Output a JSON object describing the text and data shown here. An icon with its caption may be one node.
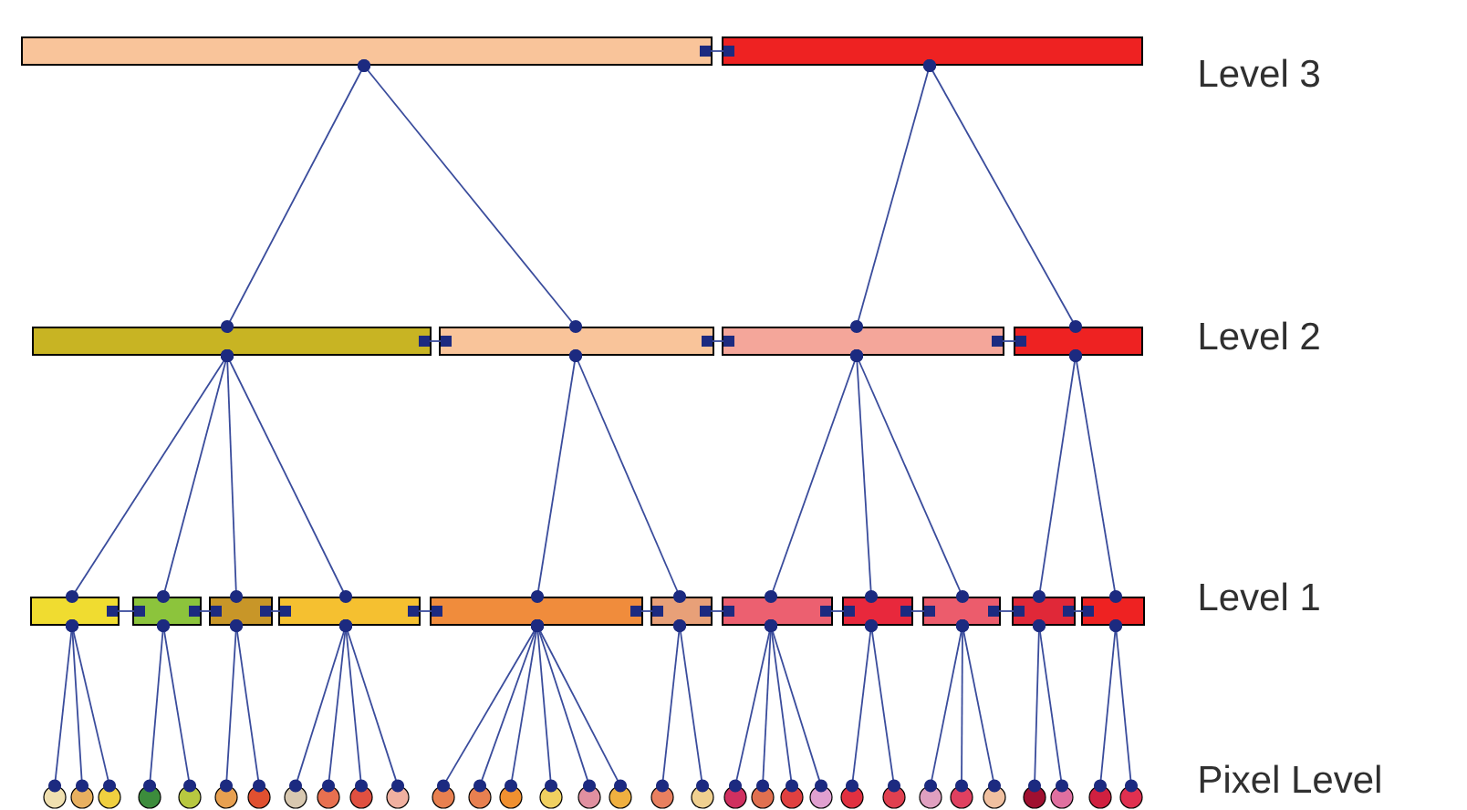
{
  "diagram": {
    "nodes": [
      {
        "text": [],
        "shape": "bar"
      },
      {
        "text": [],
        "shape": "bar"
      },
      {
        "text": [],
        "shape": "bar"
      },
      {
        "text": [],
        "shape": "bar"
      },
      {
        "text": [],
        "shape": "bar"
      },
      {
        "text": [],
        "shape": "bar"
      },
      {
        "text": [],
        "shape": "bar"
      },
      {
        "text": [],
        "shape": "bar"
      },
      {
        "text": [],
        "shape": "bar"
      },
      {
        "text": [],
        "shape": "bar"
      },
      {
        "text": [],
        "shape": "bar"
      },
      {
        "text": [],
        "shape": "bar"
      },
      {
        "text": [],
        "shape": "bar"
      },
      {
        "text": [],
        "shape": "bar"
      },
      {
        "text": [],
        "shape": "bar"
      },
      {
        "text": [],
        "shape": "bar"
      },
      {
        "text": [],
        "shape": "bar"
      },
      {
        "text": [],
        "shape": "circle"
      },
      {
        "text": [],
        "shape": "circle"
      },
      {
        "text": [],
        "shape": "circle"
      },
      {
        "text": [],
        "shape": "circle"
      },
      {
        "text": [],
        "shape": "circle"
      },
      {
        "text": [],
        "shape": "circle"
      },
      {
        "text": [],
        "shape": "circle"
      },
      {
        "text": [],
        "shape": "circle"
      },
      {
        "text": [],
        "shape": "circle"
      },
      {
        "text": [],
        "shape": "circle"
      },
      {
        "text": [],
        "shape": "circle"
      },
      {
        "text": [],
        "shape": "circle"
      },
      {
        "text": [],
        "shape": "circle"
      },
      {
        "text": [],
        "shape": "circle"
      },
      {
        "text": [],
        "shape": "circle"
      },
      {
        "text": [],
        "shape": "circle"
      },
      {
        "text": [],
        "shape": "circle"
      },
      {
        "text": [],
        "shape": "circle"
      },
      {
        "text": [],
        "shape": "circle"
      },
      {
        "text": [],
        "shape": "circle"
      },
      {
        "text": [],
        "shape": "circle"
      },
      {
        "text": [],
        "shape": "circle"
      },
      {
        "text": [],
        "shape": "circle"
      },
      {
        "text": [],
        "shape": "circle"
      },
      {
        "text": [],
        "shape": "circle"
      },
      {
        "text": [],
        "shape": "circle"
      },
      {
        "text": [],
        "shape": "circle"
      },
      {
        "text": [],
        "shape": "circle"
      },
      {
        "text": [],
        "shape": "circle"
      },
      {
        "text": [],
        "shape": "circle"
      },
      {
        "text": [],
        "shape": "circle"
      },
      {
        "text": [],
        "shape": "circle"
      }
    ],
    "edges": [
      {
        "from": 0,
        "to": 2,
        "arrow": "other"
      },
      {
        "from": 0,
        "to": 3,
        "arrow": "other"
      },
      {
        "from": 1,
        "to": 4,
        "arrow": "other"
      },
      {
        "from": 1,
        "to": 5,
        "arrow": "other"
      },
      {
        "from": 2,
        "to": 6,
        "arrow": "other"
      },
      {
        "from": 2,
        "to": 7,
        "arrow": "other"
      },
      {
        "from": 2,
        "to": 8,
        "arrow": "other"
      },
      {
        "from": 2,
        "to": 9,
        "arrow": "other"
      },
      {
        "from": 3,
        "to": 10,
        "arrow": "other"
      },
      {
        "from": 3,
        "to": 11,
        "arrow": "other"
      },
      {
        "from": 4,
        "to": 12,
        "arrow": "other"
      },
      {
        "from": 4,
        "to": 13,
        "arrow": "other"
      },
      {
        "from": 4,
        "to": 14,
        "arrow": "other"
      },
      {
        "from": 5,
        "to": 15,
        "arrow": "other"
      },
      {
        "from": 5,
        "to": 16,
        "arrow": "other"
      },
      {
        "from": 6,
        "to": 17,
        "arrow": "other"
      },
      {
        "from": 6,
        "to": 18,
        "arrow": "other"
      },
      {
        "from": 6,
        "to": 19,
        "arrow": "other"
      },
      {
        "from": 7,
        "to": 20,
        "arrow": "other"
      },
      {
        "from": 7,
        "to": 21,
        "arrow": "other"
      },
      {
        "from": 8,
        "to": 22,
        "arrow": "other"
      },
      {
        "from": 8,
        "to": 23,
        "arrow": "other"
      },
      {
        "from": 9,
        "to": 24,
        "arrow": "other"
      },
      {
        "from": 9,
        "to": 25,
        "arrow": "other"
      },
      {
        "from": 9,
        "to": 26,
        "arrow": "other"
      },
      {
        "from": 9,
        "to": 27,
        "arrow": "other"
      },
      {
        "from": 10,
        "to": 28,
        "arrow": "other"
      },
      {
        "from": 10,
        "to": 29,
        "arrow": "other"
      },
      {
        "from": 10,
        "to": 30,
        "arrow": "other"
      },
      {
        "from": 10,
        "to": 31,
        "arrow": "other"
      },
      {
        "from": 10,
        "to": 32,
        "arrow": "other"
      },
      {
        "from": 10,
        "to": 33,
        "arrow": "other"
      },
      {
        "from": 11,
        "to": 34,
        "arrow": "other"
      },
      {
        "from": 11,
        "to": 35,
        "arrow": "other"
      },
      {
        "from": 12,
        "to": 36,
        "arrow": "other"
      },
      {
        "from": 12,
        "to": 37,
        "arrow": "other"
      },
      {
        "from": 12,
        "to": 38,
        "arrow": "other"
      },
      {
        "from": 12,
        "to": 39,
        "arrow": "other"
      },
      {
        "from": 13,
        "to": 40,
        "arrow": "other"
      },
      {
        "from": 13,
        "to": 41,
        "arrow": "other"
      },
      {
        "from": 14,
        "to": 42,
        "arrow": "other"
      },
      {
        "from": 14,
        "to": 43,
        "arrow": "other"
      },
      {
        "from": 14,
        "to": 44,
        "arrow": "other"
      },
      {
        "from": 15,
        "to": 45,
        "arrow": "other"
      },
      {
        "from": 15,
        "to": 46,
        "arrow": "other"
      },
      {
        "from": 16,
        "to": 47,
        "arrow": "other"
      },
      {
        "from": 16,
        "to": 48,
        "arrow": "other"
      },
      {
        "from": 0,
        "to": 1,
        "arrow": "other"
      },
      {
        "from": 2,
        "to": 3,
        "arrow": "other"
      },
      {
        "from": 3,
        "to": 4,
        "arrow": "other"
      },
      {
        "from": 4,
        "to": 5,
        "arrow": "other"
      },
      {
        "from": 6,
        "to": 7,
        "arrow": "other"
      },
      {
        "from": 7,
        "to": 8,
        "arrow": "other"
      },
      {
        "from": 8,
        "to": 9,
        "arrow": "other"
      },
      {
        "from": 9,
        "to": 10,
        "arrow": "other"
      },
      {
        "from": 10,
        "to": 11,
        "arrow": "other"
      },
      {
        "from": 11,
        "to": 12,
        "arrow": "other"
      },
      {
        "from": 12,
        "to": 13,
        "arrow": "other"
      },
      {
        "from": 13,
        "to": 14,
        "arrow": "other"
      },
      {
        "from": 14,
        "to": 15,
        "arrow": "other"
      },
      {
        "from": 15,
        "to": 16,
        "arrow": "other"
      }
    ],
    "labels": [
      "Level 3",
      "Level 2",
      "Level 1",
      "Pixel Level"
    ]
  }
}
